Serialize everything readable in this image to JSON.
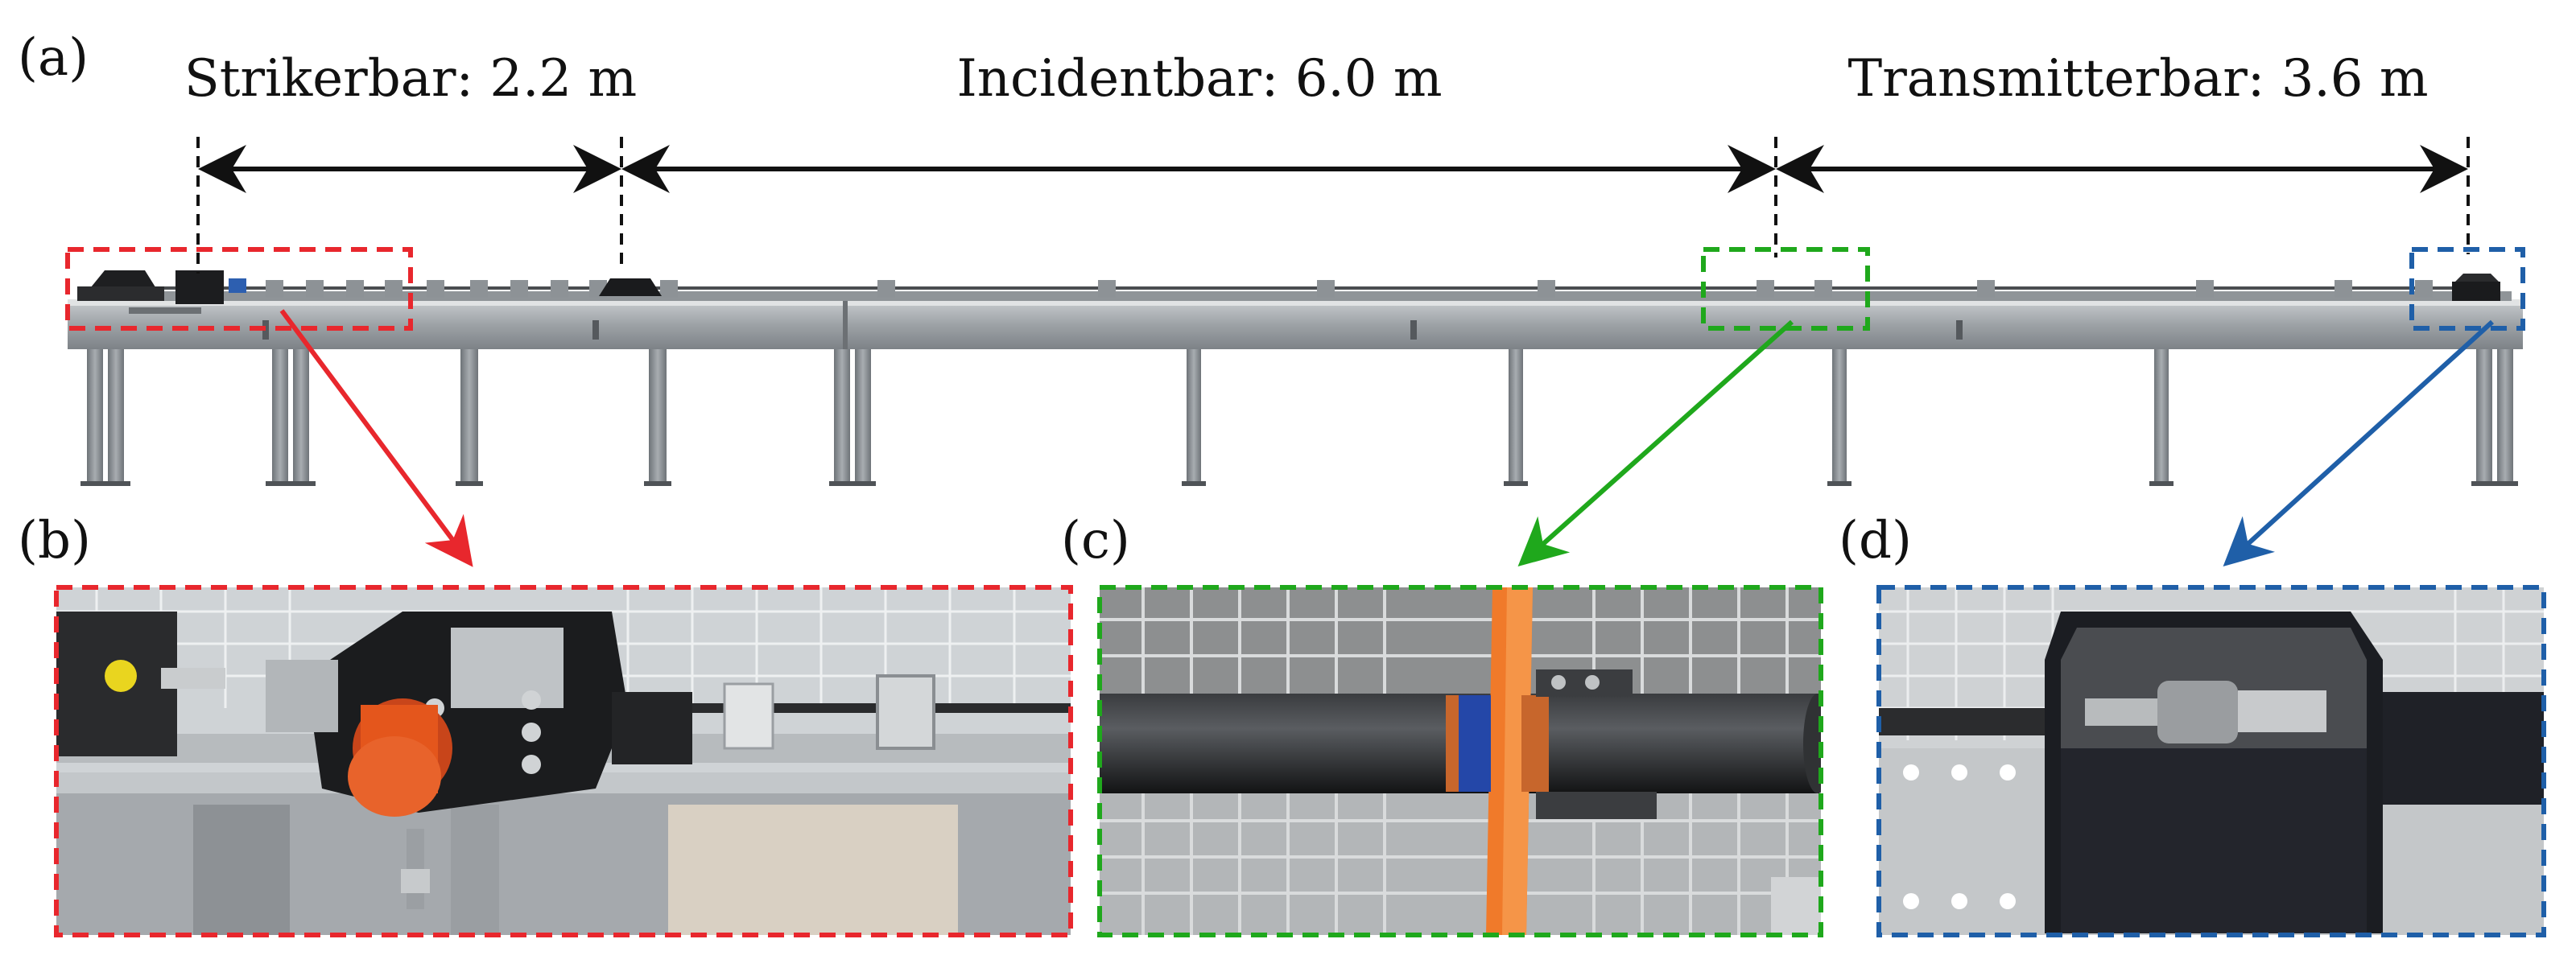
{
  "panels": {
    "a": "(a)",
    "b": "(b)",
    "c": "(c)",
    "d": "(d)"
  },
  "dimensions": {
    "striker": "Strikerbar: 2.2 m",
    "incident": "Incidentbar: 6.0 m",
    "transmitter": "Transmitterbar: 3.6 m"
  },
  "colors": {
    "red": "#e8272d",
    "green": "#1fa81c",
    "blue": "#1f5fa8",
    "orange": "#e4561c",
    "frame": "#8e9194"
  }
}
